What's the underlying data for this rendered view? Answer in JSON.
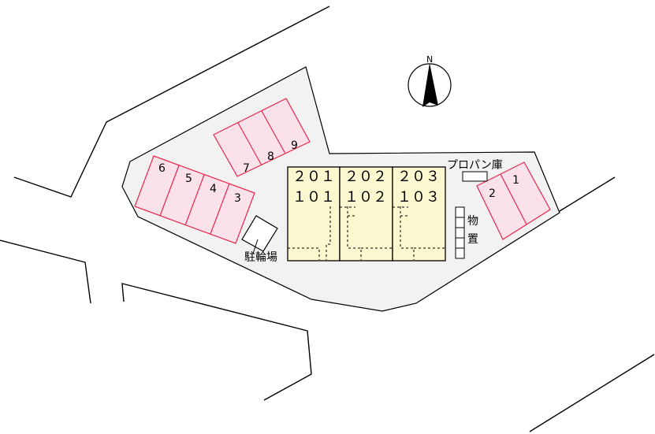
{
  "compass": {
    "label": "N"
  },
  "parking": {
    "north_row": [
      "7",
      "8",
      "9"
    ],
    "west_row": [
      "6",
      "5",
      "4",
      "3"
    ],
    "east_row": [
      "1",
      "2"
    ]
  },
  "building": {
    "upper_floor": [
      "２０１",
      "２０２",
      "２０３"
    ],
    "lower_floor": [
      "１０１",
      "１０２",
      "１０３"
    ]
  },
  "labels": {
    "propane": "プロパン庫",
    "storage_1": "物",
    "storage_2": "置",
    "bicycle": "駐輪場"
  },
  "colors": {
    "lot": "#f2f2f2",
    "parking_fill": "#fbe2ea",
    "parking_stroke": "#e8264a",
    "unit_fill": "#fbf8cf"
  }
}
